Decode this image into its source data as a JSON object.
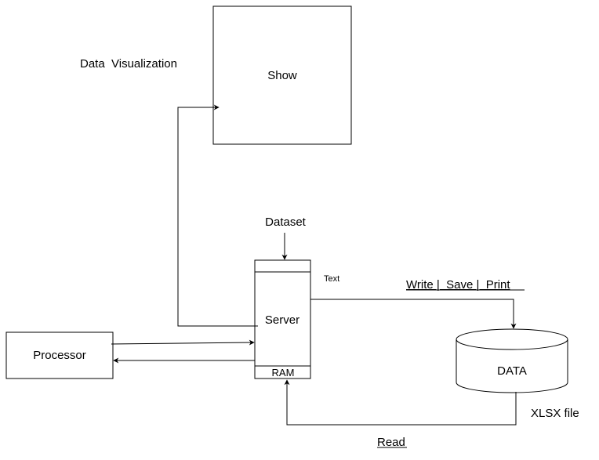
{
  "labels": {
    "data_visualization": "Data  Visualization",
    "show": "Show",
    "dataset": "Dataset",
    "text": "Text",
    "write_save_print": "Write |  Save |  Print",
    "server": "Server",
    "ram": "RAM",
    "processor": "Processor",
    "data": "DATA",
    "xlsx_file": "XLSX file",
    "read": "Read"
  }
}
